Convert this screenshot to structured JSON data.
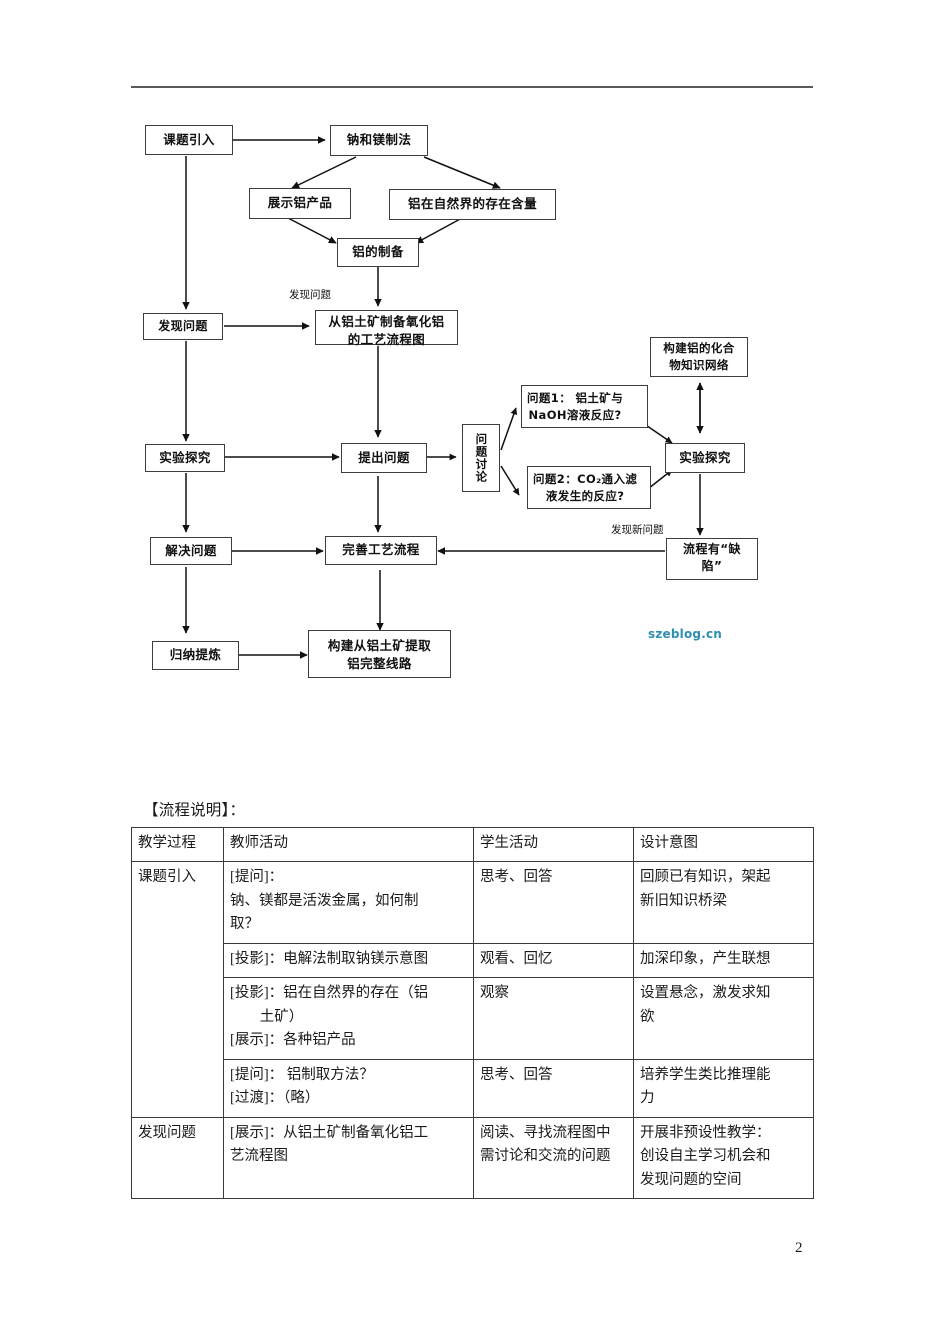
{
  "document": {
    "page_number": "2",
    "watermark": "szeblog.cn",
    "section_title": "【流程说明】："
  },
  "flowchart": {
    "boxes": [
      {
        "id": "intro",
        "label": "课题引入"
      },
      {
        "id": "na-mg-method",
        "label": "钠和镁制法"
      },
      {
        "id": "show-al-products",
        "label": "展示铝产品"
      },
      {
        "id": "al-in-nature",
        "label": "铝在自然界的存在含量"
      },
      {
        "id": "al-preparation",
        "label": "铝的制备"
      },
      {
        "id": "find-problem",
        "label": "发现问题"
      },
      {
        "id": "process-flow",
        "label": "从铝土矿制备氧化铝\n的工艺流程图"
      },
      {
        "id": "experiment-left",
        "label": "实验探究"
      },
      {
        "id": "raise-problem",
        "label": "提出问题"
      },
      {
        "id": "problem-discuss",
        "label": "问题讨论"
      },
      {
        "id": "question-1",
        "label": "问题1： 铝土矿与\nNaOH溶液反应?"
      },
      {
        "id": "question-2",
        "label": "问题2：CO₂通入滤\n液发生的反应?"
      },
      {
        "id": "build-network",
        "label": "构建铝的化合\n物知识网络"
      },
      {
        "id": "experiment-right",
        "label": "实验探究"
      },
      {
        "id": "solve-problem",
        "label": "解决问题"
      },
      {
        "id": "improve-process",
        "label": "完善工艺流程"
      },
      {
        "id": "process-defect",
        "label": "流程有“缺\n陷”"
      },
      {
        "id": "summarize",
        "label": "归纳提炼"
      },
      {
        "id": "build-route",
        "label": "构建从铝土矿提取\n铝完整线路"
      }
    ],
    "labels": [
      {
        "id": "discover-problem-label",
        "text": "发现问题"
      },
      {
        "id": "discover-new-problem-label",
        "text": "发现新问题"
      }
    ]
  },
  "table": {
    "headers": [
      "教学过程",
      "教师活动",
      "学生活动",
      "设计意图"
    ],
    "rows": [
      {
        "stage": "课题引入",
        "stage_rowspan": 3,
        "teacher": [
          "[提问]：",
          "钠、镁都是活泼金属，如何制",
          "取？"
        ],
        "teacher_indent": [
          false,
          false,
          false
        ],
        "student": [
          "思考、回答"
        ],
        "intent": [
          "回顾已有知识，架起",
          "新旧知识桥梁"
        ]
      },
      {
        "stage": null,
        "teacher": [
          "[投影]：电解法制取钠镁示意图"
        ],
        "teacher_indent": [
          false
        ],
        "student": [
          "观看、回忆"
        ],
        "intent": [
          "加深印象，产生联想"
        ]
      },
      {
        "stage": null,
        "teacher": [
          "[投影]：铝在自然界的存在（铝",
          "土矿）",
          "[展示]：各种铝产品"
        ],
        "teacher_indent": [
          false,
          true,
          false
        ],
        "student": [
          "观察"
        ],
        "intent": [
          "设置悬念，激发求知",
          "欲"
        ]
      },
      {
        "stage": null,
        "stage_blank": true,
        "teacher": [
          "[提问]： 铝制取方法？",
          "[过渡]：（略）"
        ],
        "teacher_indent": [
          false,
          false
        ],
        "student": [
          "思考、回答"
        ],
        "intent": [
          "培养学生类比推理能",
          "力"
        ]
      },
      {
        "stage": "发现问题",
        "stage_rowspan": 1,
        "teacher": [
          "[展示]：从铝土矿制备氧化铝工",
          "艺流程图"
        ],
        "teacher_indent": [
          false,
          false
        ],
        "student": [
          "阅读、寻找流程图中",
          "需讨论和交流的问题"
        ],
        "intent": [
          "开展非预设性教学：",
          "创设自主学习机会和",
          "发现问题的空间"
        ]
      }
    ]
  }
}
